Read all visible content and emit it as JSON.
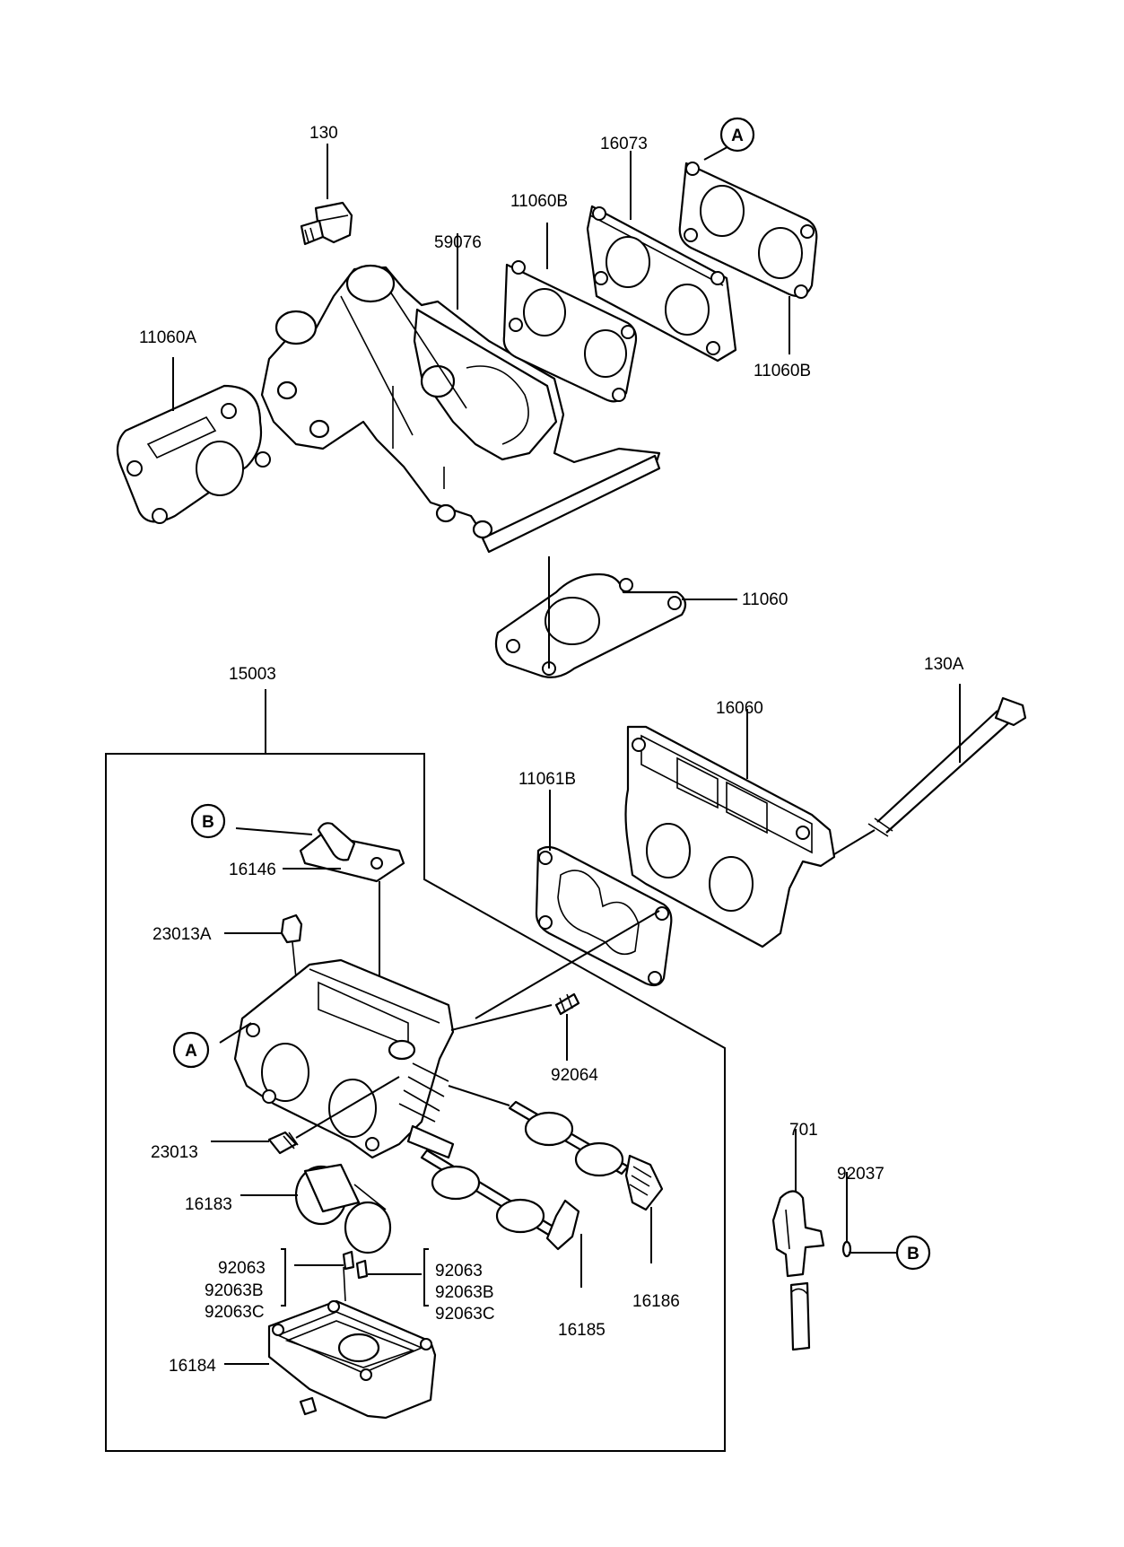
{
  "labels": {
    "p130": "130",
    "p16073": "16073",
    "p11060B_top": "11060B",
    "p59076": "59076",
    "p11060A": "11060A",
    "p11060B_right": "11060B",
    "p11060": "11060",
    "p15003": "15003",
    "p130A": "130A",
    "p16060": "16060",
    "p11061B": "11061B",
    "p16146": "16146",
    "p23013A": "23013A",
    "p92064": "92064",
    "p23013": "23013",
    "p16183": "16183",
    "p92063_left": "92063",
    "p92063B_left": "92063B",
    "p92063C_left": "92063C",
    "p92063_right": "92063",
    "p92063B_right": "92063B",
    "p92063C_right": "92063C",
    "p16185": "16185",
    "p16186": "16186",
    "p16184": "16184",
    "p701": "701",
    "p92037": "92037"
  },
  "refs": {
    "ref_a_top": "A",
    "ref_a_left": "A",
    "ref_b_top": "B",
    "ref_b_right": "B"
  }
}
